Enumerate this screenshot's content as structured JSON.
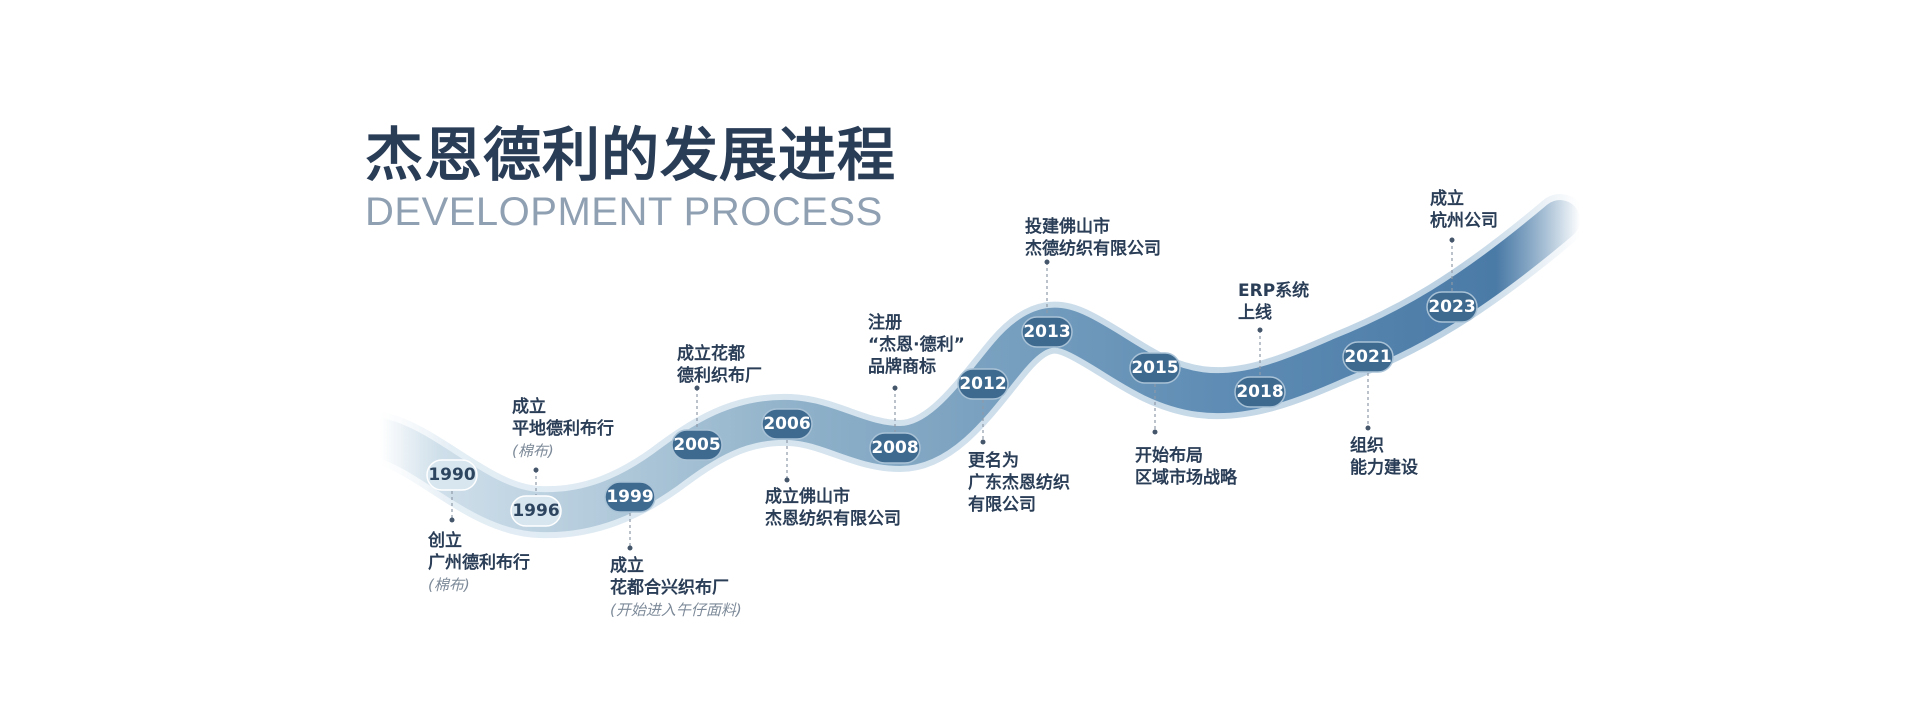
{
  "title": "杰恩德利的发展进程",
  "subtitle": "DEVELOPMENT PROCESS",
  "colors": {
    "title": "#2a3d57",
    "subtitle": "#90a0b3",
    "ribbon_light": "#d9e6ee",
    "ribbon_dark": "#4a7aa6",
    "badge": "#3f6a90",
    "text": "#2b3e57"
  },
  "milestones": [
    {
      "year": "1990",
      "lines": [
        "创立",
        "广州德利布行"
      ],
      "note": "(棉布)"
    },
    {
      "year": "1996",
      "lines": [
        "成立",
        "平地德利布行"
      ],
      "note": "(棉布)"
    },
    {
      "year": "1999",
      "lines": [
        "成立",
        "花都合兴织布厂"
      ],
      "note": "(开始进入午仔面料)"
    },
    {
      "year": "2005",
      "lines": [
        "成立花都",
        "德利织布厂"
      ],
      "note": ""
    },
    {
      "year": "2006",
      "lines": [
        "成立佛山市",
        "杰恩纺织有限公司"
      ],
      "note": ""
    },
    {
      "year": "2008",
      "lines": [
        "注册",
        "“杰恩·德利”",
        "品牌商标"
      ],
      "note": ""
    },
    {
      "year": "2012",
      "lines": [
        "更名为",
        "广东杰恩纺织",
        "有限公司"
      ],
      "note": ""
    },
    {
      "year": "2013",
      "lines": [
        "投建佛山市",
        "杰德纺织有限公司"
      ],
      "note": ""
    },
    {
      "year": "2015",
      "lines": [
        "开始布局",
        "区域市场战略"
      ],
      "note": ""
    },
    {
      "year": "2018",
      "lines": [
        "ERP系统",
        "上线"
      ],
      "note": ""
    },
    {
      "year": "2021",
      "lines": [
        "组织",
        "能力建设"
      ],
      "note": ""
    },
    {
      "year": "2023",
      "lines": [
        "成立",
        "杭州公司"
      ],
      "note": ""
    }
  ]
}
